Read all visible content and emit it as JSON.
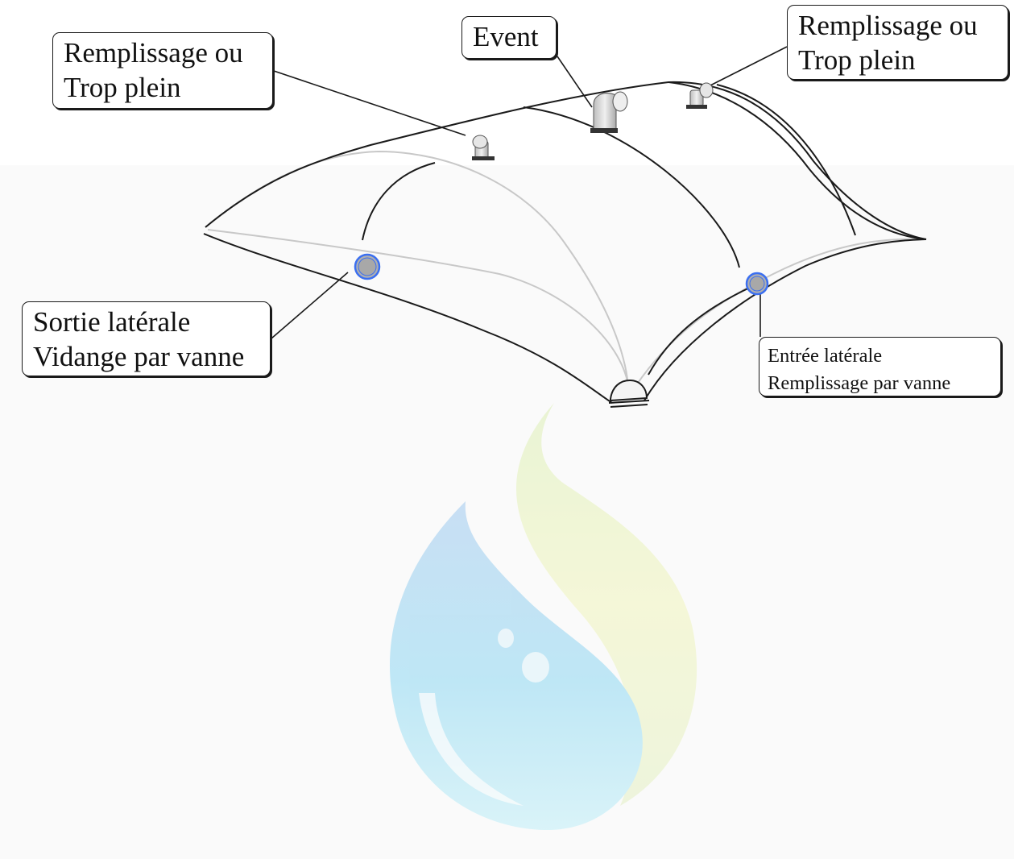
{
  "labels": {
    "top_left": [
      "Remplissage ou",
      "Trop plein"
    ],
    "event": "Event",
    "top_right": [
      "Remplissage ou",
      "Trop plein"
    ],
    "side_outlet": [
      "Sortie latérale",
      "Vidange par vanne"
    ],
    "side_inlet": [
      "Entrée latérale",
      "Remplissage par vanne"
    ]
  },
  "colors": {
    "outline": "#1a1a1a",
    "seam": "#c8c8c8",
    "valve": "#3b6ff0",
    "fitting": "#d9d9d9",
    "drop_blue": "#6fb6e8",
    "drop_green": "#d8ec9a"
  }
}
